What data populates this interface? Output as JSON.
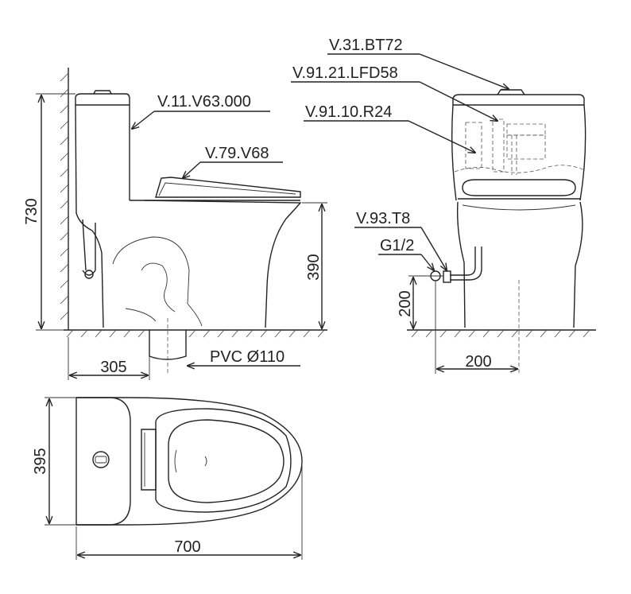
{
  "part_codes": {
    "tank_cover": "V.11.V63.000",
    "seat": "V.79.V68",
    "flush_button": "V.31.BT72",
    "fill_valve": "V.91.21.LFD58",
    "flush_valve": "V.91.10.R24",
    "angle_valve": "V.93.T8",
    "thread": "G1/2"
  },
  "dimensions": {
    "height_total": "730",
    "seat_height": "390",
    "outlet_offset": "305",
    "outlet_pipe": "PVC Ø110",
    "inlet_height": "200",
    "inlet_offset": "200",
    "width": "395",
    "length": "700"
  }
}
